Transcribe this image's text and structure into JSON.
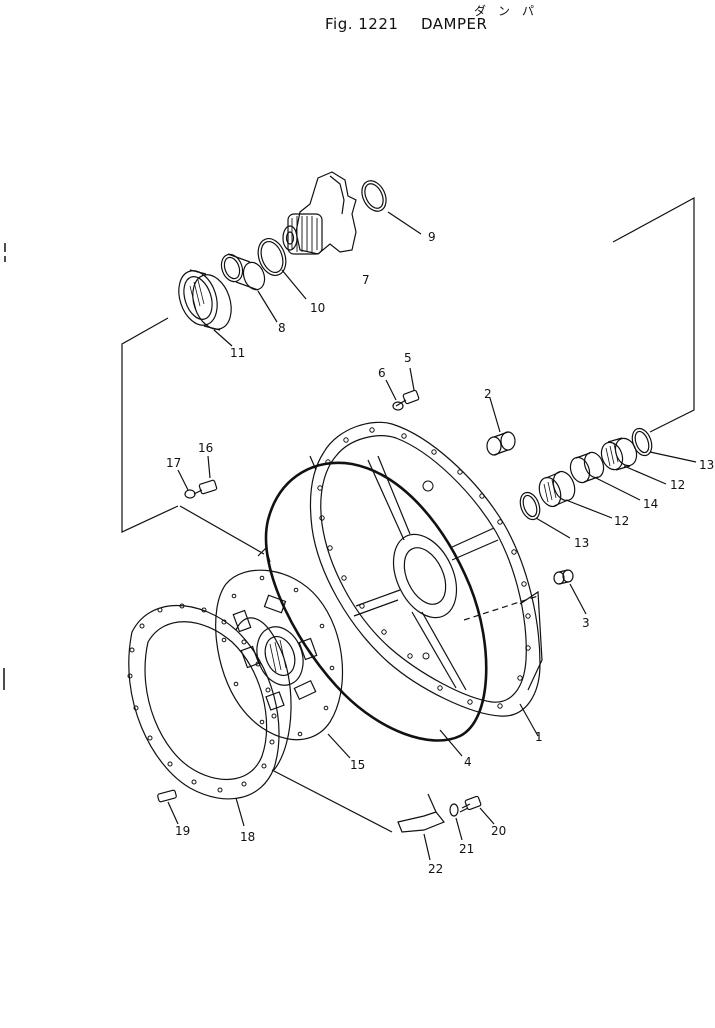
{
  "header": {
    "fig_label": "Fig. 1221",
    "title": "DAMPER",
    "kana": "ダンパ"
  },
  "callouts": {
    "c1": "1",
    "c2": "2",
    "c3": "3",
    "c4": "4",
    "c5": "5",
    "c6": "6",
    "c7": "7",
    "c8": "8",
    "c9": "9",
    "c10": "10",
    "c11": "11",
    "c12a": "12",
    "c12b": "12",
    "c13a": "13",
    "c13b": "13",
    "c14": "14",
    "c15": "15",
    "c16": "16",
    "c17": "17",
    "c18": "18",
    "c19": "19",
    "c20": "20",
    "c21": "21",
    "c22": "22"
  },
  "colors": {
    "ink": "#111111",
    "paper": "#ffffff"
  }
}
